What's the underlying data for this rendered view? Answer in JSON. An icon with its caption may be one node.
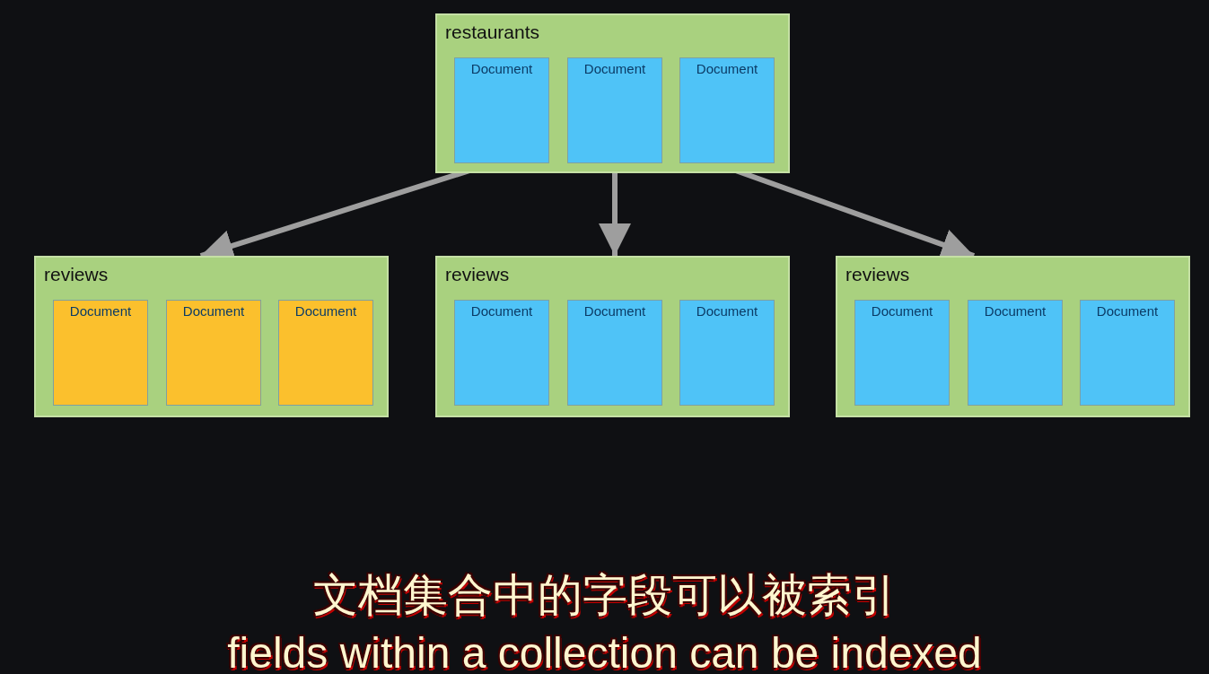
{
  "diagram": {
    "nodes": [
      {
        "text": [
          "restaurants"
        ]
      },
      {
        "text": [
          "Document"
        ],
        "in": 0
      },
      {
        "text": [
          "Document"
        ],
        "in": 0
      },
      {
        "text": [
          "Document"
        ],
        "in": 0
      },
      {
        "text": [
          "reviews"
        ]
      },
      {
        "text": [
          "Document"
        ],
        "in": 4
      },
      {
        "text": [
          "Document"
        ],
        "in": 4
      },
      {
        "text": [
          "Document"
        ],
        "in": 4
      },
      {
        "text": [
          "reviews"
        ]
      },
      {
        "text": [
          "Document"
        ],
        "in": 8
      },
      {
        "text": [
          "Document"
        ],
        "in": 8
      },
      {
        "text": [
          "Document"
        ],
        "in": 8
      },
      {
        "text": [
          "reviews"
        ]
      },
      {
        "text": [
          "Document"
        ],
        "in": 12
      },
      {
        "text": [
          "Document"
        ],
        "in": 12
      },
      {
        "text": [
          "Document"
        ],
        "in": 12
      }
    ],
    "edges": [
      {
        "from": 1,
        "to": 4,
        "arrow": "to"
      },
      {
        "from": 2,
        "to": 8,
        "arrow": "to"
      },
      {
        "from": 3,
        "to": 12,
        "arrow": "to"
      }
    ],
    "labels": [
      "文档集合中的字段可以被索引",
      "fields within a collection can be indexed"
    ]
  }
}
